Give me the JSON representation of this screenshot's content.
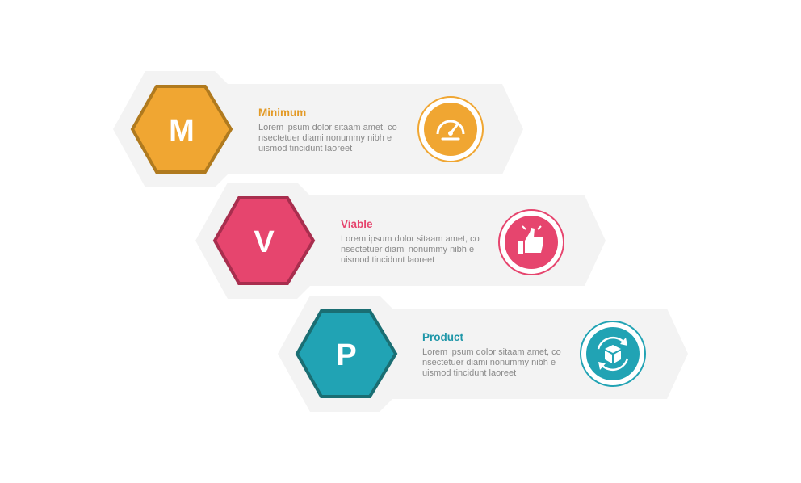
{
  "items": [
    {
      "letter": "M",
      "title": "Minimum",
      "desc": [
        "Lorem ipsum dolor sitaam amet, co",
        "nsectetuer diami nonummy  nibh e",
        "uismod tincidunt laoreet"
      ],
      "color": "#F0A632",
      "border": "#B07A1E",
      "icon": "speedometer-icon"
    },
    {
      "letter": "V",
      "title": "Viable",
      "desc": [
        "Lorem ipsum dolor sitaam amet, co",
        "nsectetuer diami nonummy  nibh e",
        "uismod tincidunt laoreet"
      ],
      "color": "#E6456E",
      "border": "#A82E4E",
      "icon": "thumbs-up-icon"
    },
    {
      "letter": "P",
      "title": "Product",
      "desc": [
        "Lorem ipsum dolor sitaam amet, co",
        "nsectetuer diami nonummy  nibh e",
        "uismod tincidunt laoreet"
      ],
      "color": "#21A3B4",
      "border": "#1A6E73",
      "icon": "box-cycle-icon"
    }
  ]
}
